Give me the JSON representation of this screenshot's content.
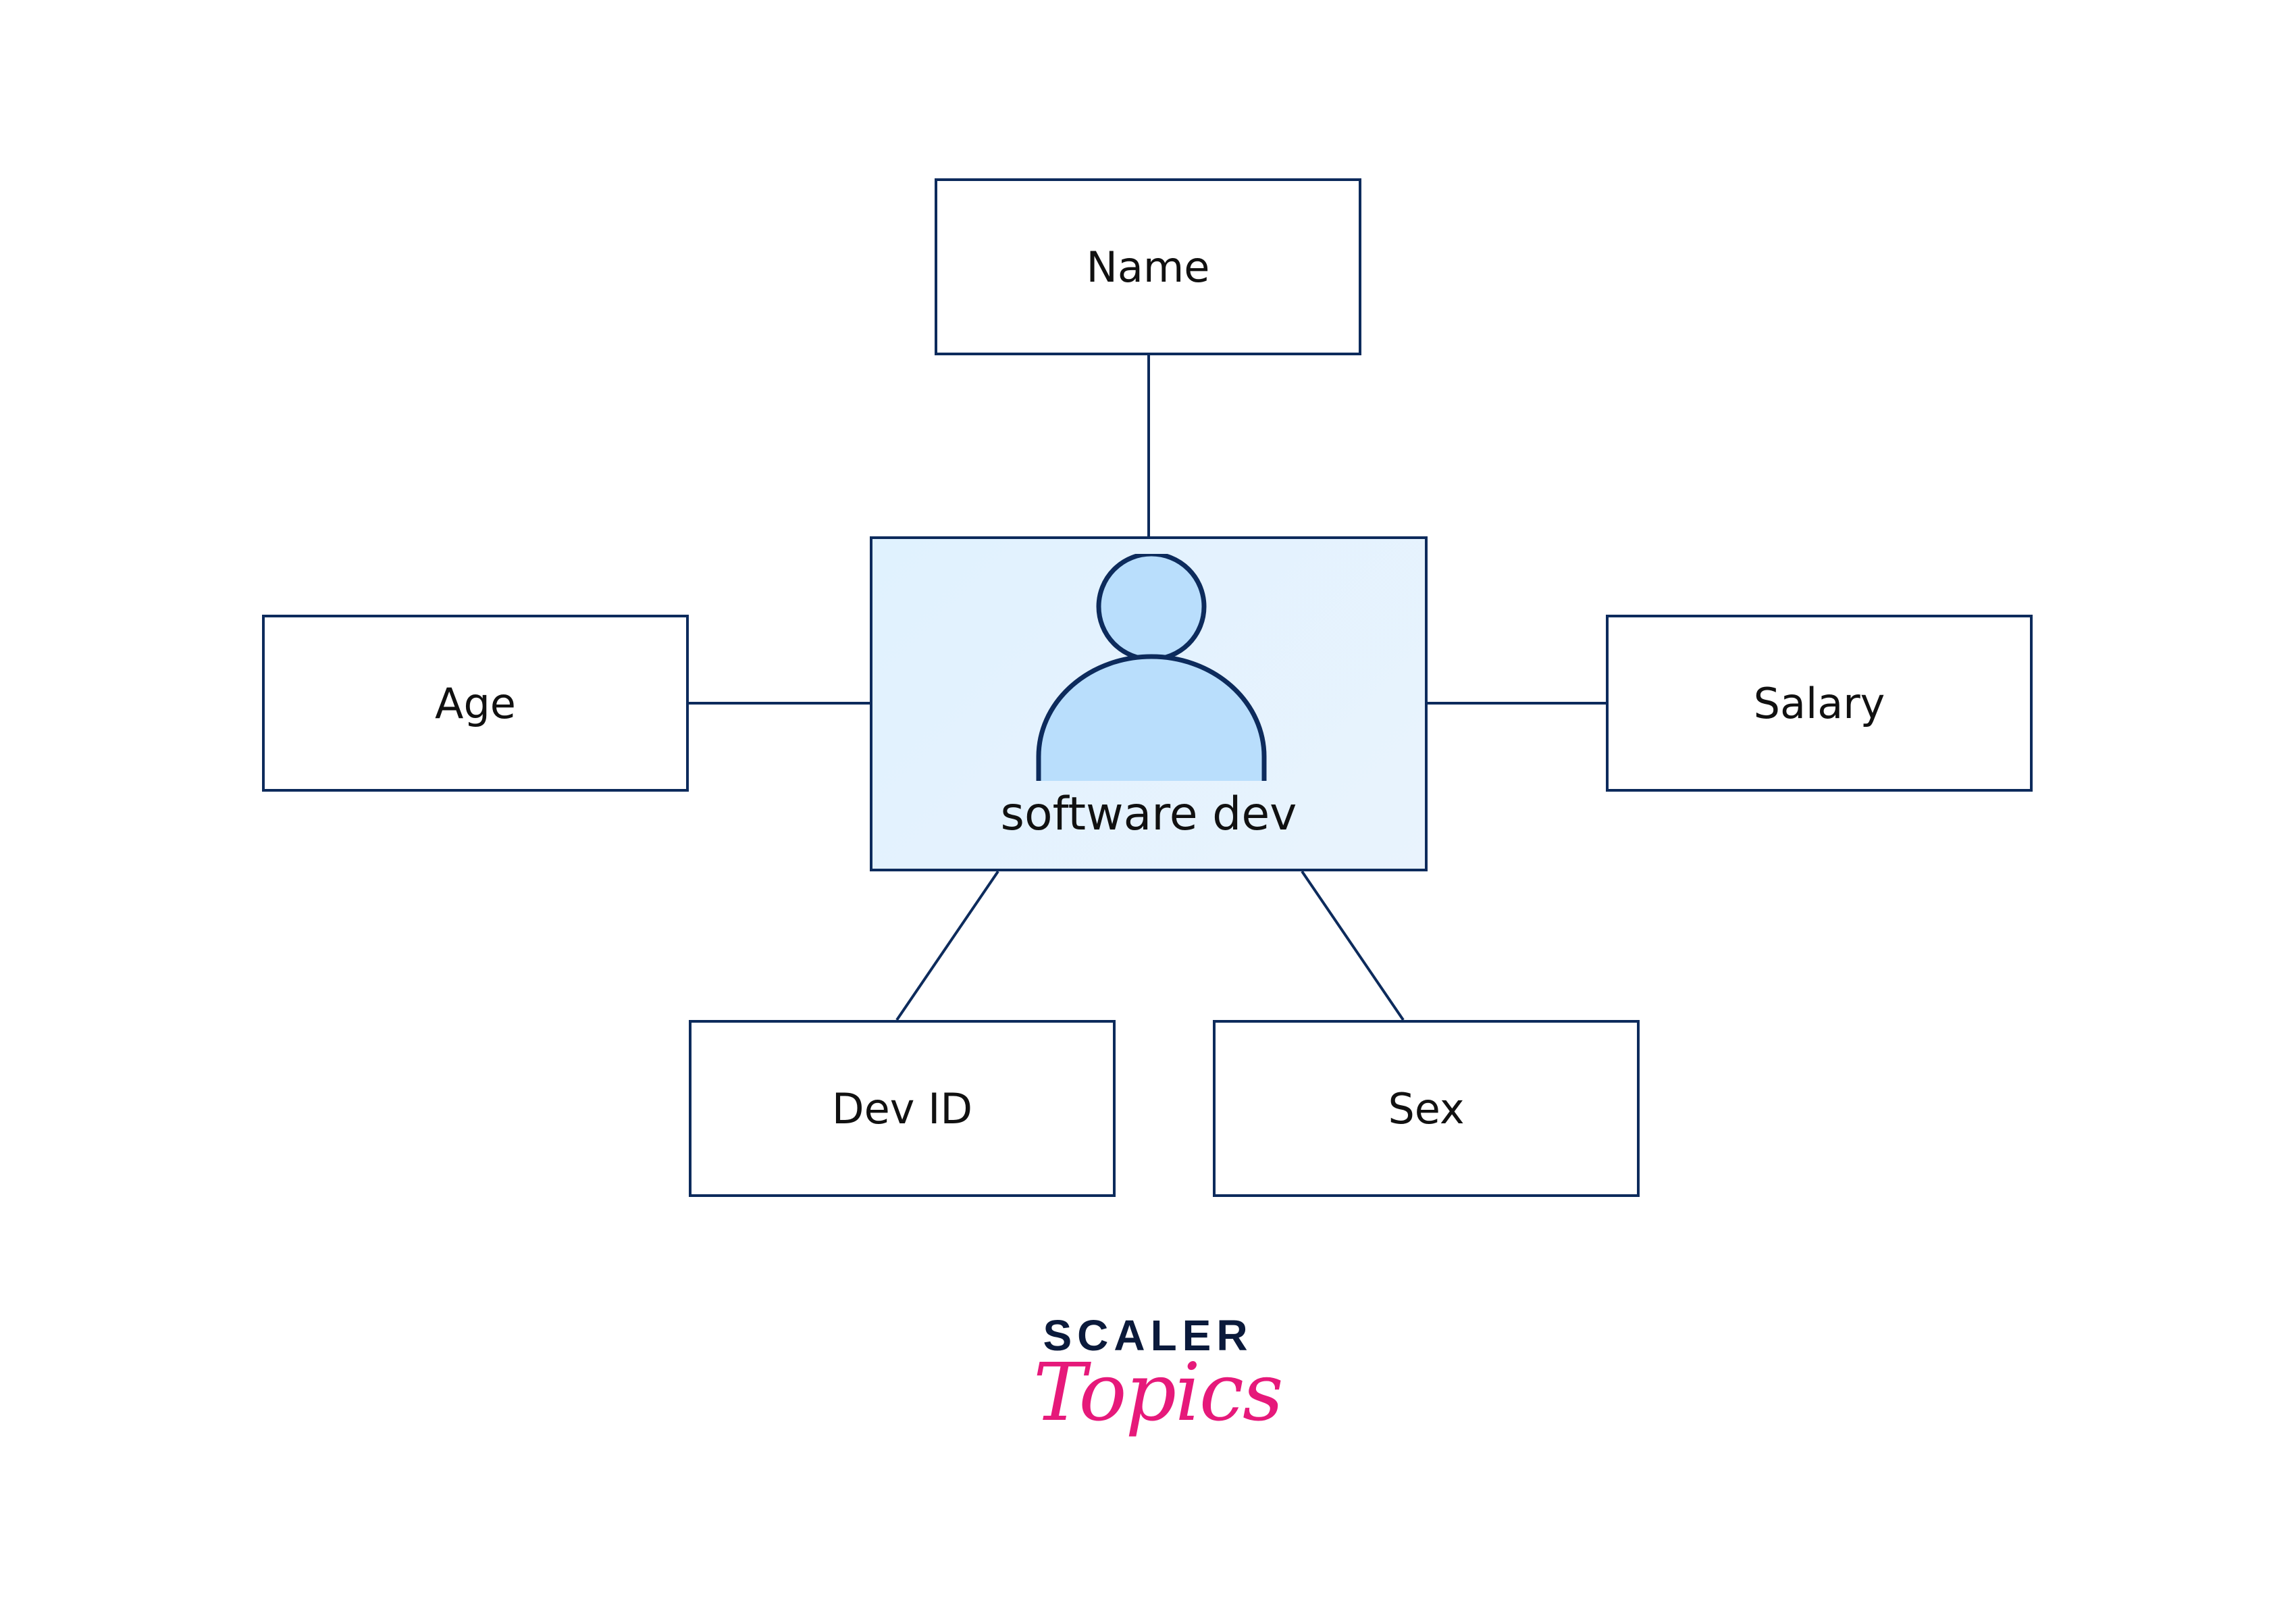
{
  "entity": {
    "label": "software dev",
    "icon": "person-icon"
  },
  "attributes": {
    "name": "Name",
    "age": "Age",
    "salary": "Salary",
    "dev_id": "Dev ID",
    "sex": "Sex"
  },
  "logo": {
    "line1": "SCALER",
    "line2": "Topics"
  },
  "colors": {
    "stroke": "#0d2b5c",
    "entity_fill": "#e0f2fe",
    "icon_fill": "#b9defc",
    "logo_dark": "#0b1a3b",
    "logo_pink": "#e6197a"
  }
}
